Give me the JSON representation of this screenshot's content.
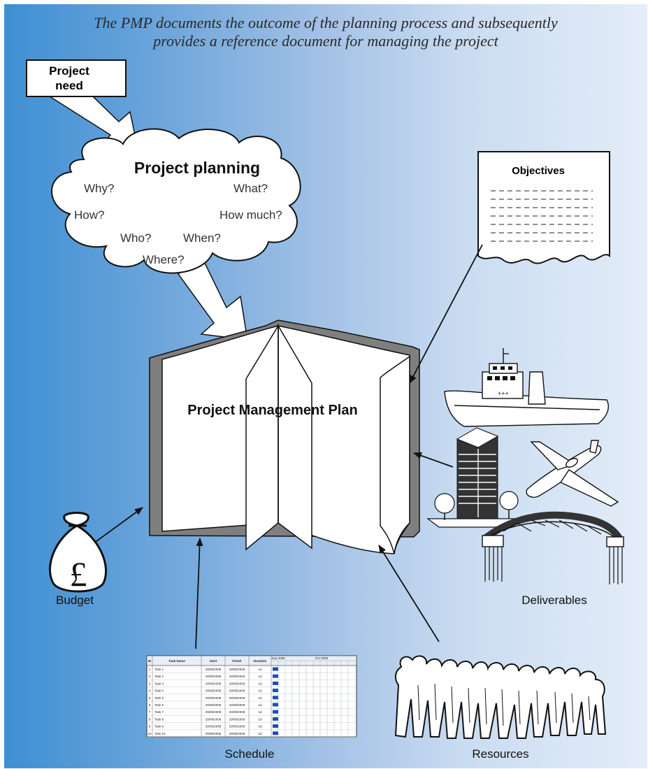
{
  "caption": {
    "line1": "The PMP documents the outcome of the planning process and subsequently",
    "line2": "provides a reference document for managing the project"
  },
  "project_need": {
    "line1": "Project",
    "line2": "need"
  },
  "planning": {
    "title": "Project planning",
    "questions": {
      "why": "Why?",
      "what": "What?",
      "how": "How?",
      "how_much": "How much?",
      "who": "Who?",
      "when": "When?",
      "where": "Where?"
    }
  },
  "objectives": {
    "title": "Objectives"
  },
  "book": {
    "title": "Project Management Plan"
  },
  "labels": {
    "budget": "Budget",
    "deliverables": "Deliverables",
    "schedule": "Schedule",
    "resources": "Resources"
  },
  "budget_symbol": "£",
  "schedule_table": {
    "headers": [
      "ID",
      "Task Name",
      "Start",
      "Finish",
      "Duration"
    ],
    "gantt_header": [
      "Sep 2008",
      "Oct 2008"
    ],
    "rows": [
      [
        "1",
        "Task 1",
        "29/09/2008",
        "29/09/2008",
        "1d"
      ],
      [
        "2",
        "Task 2",
        "29/09/2008",
        "29/09/2008",
        "1d"
      ],
      [
        "3",
        "Task 3",
        "29/09/2008",
        "29/09/2008",
        "1d"
      ],
      [
        "4",
        "Task 4",
        "29/09/2008",
        "29/09/2008",
        "1d"
      ],
      [
        "5",
        "Task 5",
        "29/09/2008",
        "29/09/2008",
        "1d"
      ],
      [
        "6",
        "Task 6",
        "29/09/2008",
        "29/09/2008",
        "1d"
      ],
      [
        "7",
        "Task 7",
        "29/09/2008",
        "29/09/2008",
        "1d"
      ],
      [
        "8",
        "Task 8",
        "29/09/2008",
        "29/09/2008",
        "1d"
      ],
      [
        "9",
        "Task 9",
        "29/09/2008",
        "29/09/2008",
        "1d"
      ],
      [
        "10",
        "Task 10",
        "29/09/2008",
        "29/09/2008",
        "1d"
      ]
    ]
  },
  "colors": {
    "bg_left": "#3e8fd3",
    "bg_right": "#e4edf8",
    "bar": "#1f4fa8"
  }
}
